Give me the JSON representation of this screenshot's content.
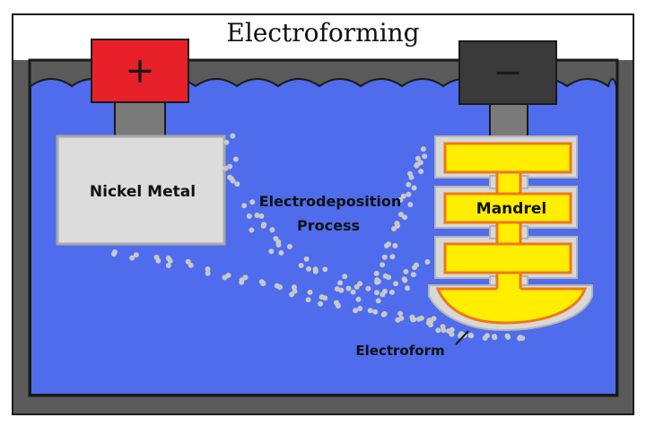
{
  "title": "Electroforming",
  "anode": {
    "sign": "+",
    "label": "Nickel Metal"
  },
  "cathode": {
    "sign": "−",
    "label": "Mandrel"
  },
  "process_label_line1": "Electrodeposition",
  "process_label_line2": "Process",
  "electroform_label": "Electroform",
  "colors": {
    "electrolyte": "#4e6cec",
    "tank_wall": "#5a5a5a",
    "outline": "#1a1a1a",
    "anode_terminal": "#e8202a",
    "cathode_terminal": "#3a3a3a",
    "connector": "#7a7a7a",
    "nickel_block": "#dcdcdc",
    "mandrel_fill": "#ffee00",
    "mandrel_edge": "#f07818",
    "deposit_coat": "#d8d8d8",
    "ions": "#c8c8c8"
  }
}
